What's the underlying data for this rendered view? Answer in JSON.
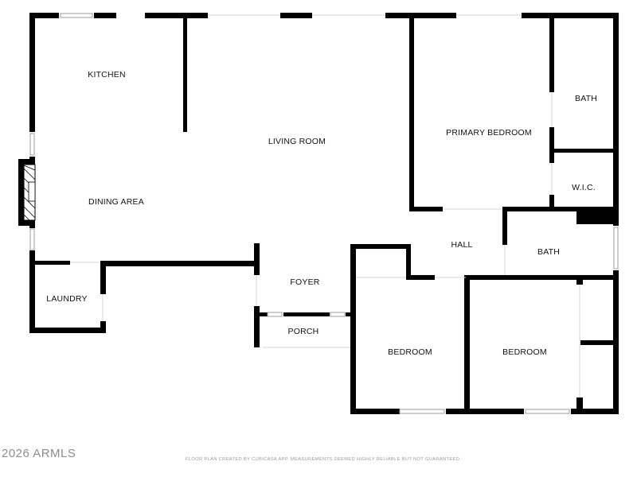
{
  "floor_plan": {
    "rooms": {
      "kitchen": "KITCHEN",
      "living_room": "LIVING ROOM",
      "dining_area": "DINING AREA",
      "primary_bedroom": "PRIMARY BEDROOM",
      "primary_bath": "BATH",
      "walk_in_closet": "W.I.C.",
      "hall": "HALL",
      "hall_bath": "BATH",
      "laundry": "LAUNDRY",
      "foyer": "FOYER",
      "porch": "PORCH",
      "bedroom_left": "BEDROOM",
      "bedroom_right": "BEDROOM"
    },
    "colors": {
      "wall": "#000000",
      "window": "#bdbdbd",
      "background": "#ffffff"
    }
  },
  "footer": {
    "disclaimer": "FLOOR PLAN CREATED BY CUBICASA APP. MEASUREMENTS DEEMED HIGHLY RELIABLE BUT NOT GUARANTEED.",
    "watermark": "2026 ARMLS"
  }
}
